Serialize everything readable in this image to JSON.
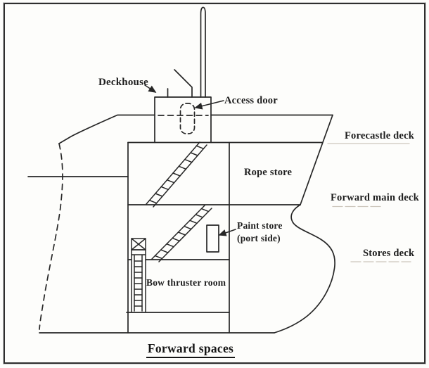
{
  "title": "Forward spaces",
  "labels": {
    "deckhouse": "Deckhouse",
    "access_door": "Access door",
    "forecastle_deck": "Forecastle deck",
    "rope_store": "Rope store",
    "forward_main_deck": "Forward main deck",
    "paint_store_line1": "Paint store",
    "paint_store_line2": "(port side)",
    "stores_deck": "Stores deck",
    "bow_thruster_room": "Bow thruster room"
  },
  "colors": {
    "ink": "#262626",
    "paper": "#fdfdfb",
    "faint_line": "#cdc7bd"
  }
}
